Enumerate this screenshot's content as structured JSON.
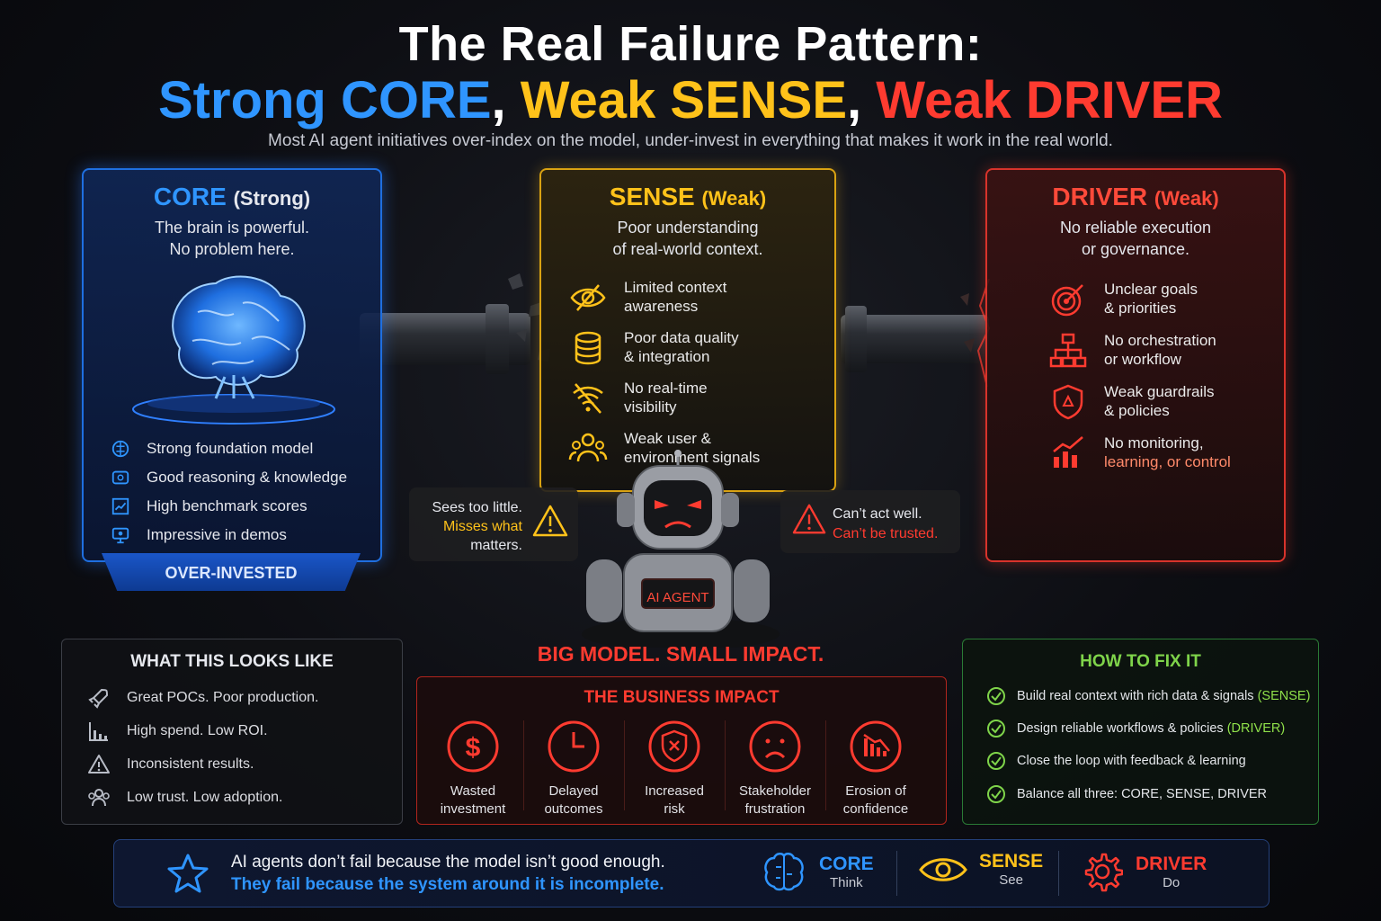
{
  "header": {
    "title": "The Real Failure Pattern:",
    "subtitle_core": "Strong CORE",
    "subtitle_sense": "Weak SENSE",
    "subtitle_driver": "Weak DRIVER",
    "comma": ",",
    "description": "Most AI agent initiatives over-index on the model, under-invest in everything that makes it work in the real world."
  },
  "colors": {
    "core": "#2f95ff",
    "sense": "#ffc21a",
    "driver": "#ff3b30",
    "fix": "#8fe04a"
  },
  "core": {
    "title": "CORE",
    "tag": "(Strong)",
    "desc1": "The brain is powerful.",
    "desc2": "No problem here.",
    "items": [
      {
        "icon": "brain-chip-icon",
        "label": "Strong foundation model"
      },
      {
        "icon": "reasoning-icon",
        "label": "Good reasoning & knowledge"
      },
      {
        "icon": "chart-up-icon",
        "label": "High benchmark scores"
      },
      {
        "icon": "presentation-icon",
        "label": "Impressive in demos"
      }
    ],
    "footer": "OVER-INVESTED"
  },
  "sense": {
    "title": "SENSE",
    "tag": "(Weak)",
    "desc1": "Poor understanding",
    "desc2": "of real-world context.",
    "items": [
      {
        "icon": "eye-off-icon",
        "line1": "Limited context",
        "line2": "awareness"
      },
      {
        "icon": "database-icon",
        "line1": "Poor data quality",
        "line2": "& integration"
      },
      {
        "icon": "wifi-off-icon",
        "line1": "No real-time",
        "line2": "visibility"
      },
      {
        "icon": "users-icon",
        "line1": "Weak user &",
        "line2": "environment signals"
      }
    ]
  },
  "driver": {
    "title": "DRIVER",
    "tag": "(Weak)",
    "desc1": "No reliable execution",
    "desc2": "or governance.",
    "items": [
      {
        "icon": "target-icon",
        "line1": "Unclear goals",
        "line2": "& priorities"
      },
      {
        "icon": "org-chart-icon",
        "line1": "No orchestration",
        "line2": "or workflow"
      },
      {
        "icon": "shield-icon",
        "line1": "Weak guardrails",
        "line2": "& policies"
      },
      {
        "icon": "monitor-chart-icon",
        "line1": "No monitoring,",
        "line2": "learning, or control"
      }
    ]
  },
  "bubbles": {
    "left1": "Sees too little.",
    "left2": "Misses what",
    "left3": "matters.",
    "right1": "Can’t act well.",
    "right2": "Can’t be trusted."
  },
  "robot": {
    "label": "AI AGENT"
  },
  "looks": {
    "title": "WHAT THIS LOOKS LIKE",
    "items": [
      {
        "icon": "rocket-icon",
        "label": "Great POCs. Poor production."
      },
      {
        "icon": "bar-chart-icon",
        "label": "High spend. Low ROI."
      },
      {
        "icon": "warning-icon",
        "label": "Inconsistent results."
      },
      {
        "icon": "group-icon",
        "label": "Low trust. Low adoption."
      }
    ]
  },
  "impact": {
    "headline": "BIG MODEL. SMALL IMPACT.",
    "title": "THE BUSINESS IMPACT",
    "items": [
      {
        "icon": "dollar-icon",
        "line1": "Wasted",
        "line2": "investment"
      },
      {
        "icon": "clock-icon",
        "line1": "Delayed",
        "line2": "outcomes"
      },
      {
        "icon": "shield-x-icon",
        "line1": "Increased",
        "line2": "risk"
      },
      {
        "icon": "sad-face-icon",
        "line1": "Stakeholder",
        "line2": "frustration"
      },
      {
        "icon": "chart-down-icon",
        "line1": "Erosion of",
        "line2": "confidence"
      }
    ]
  },
  "fix": {
    "title": "HOW TO FIX IT",
    "items": [
      {
        "text": "Build real context with rich data & signals ",
        "hl": "(SENSE)"
      },
      {
        "text": "Design reliable workflows & policies ",
        "hl": "(DRIVER)"
      },
      {
        "text": "Close the loop with feedback & learning",
        "hl": ""
      },
      {
        "text": "Balance all three: ",
        "hl": "CORE, SENSE, DRIVER"
      }
    ]
  },
  "footer": {
    "line1": "AI agents don’t fail because the model isn’t good enough.",
    "line2": "They fail because the system around it is incomplete.",
    "core_title": "CORE",
    "core_sub": "Think",
    "sense_title": "SENSE",
    "sense_sub": "See",
    "driver_title": "DRIVER",
    "driver_sub": "Do"
  }
}
